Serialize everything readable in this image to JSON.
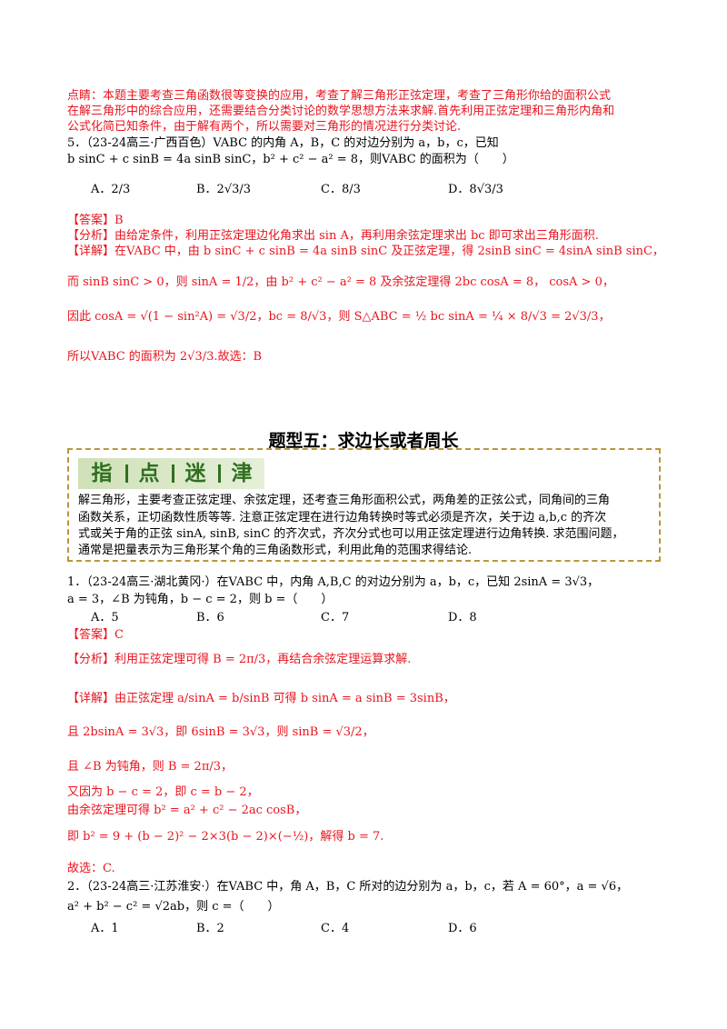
{
  "top_note": {
    "l1": "点睛：本题主要考查三角函数很等变换的应用，考查了解三角形正弦定理，考查了三角形你给的面积公式",
    "l2": "在解三角形中的综合应用，还需要结合分类讨论的数学思想方法来求解.首先利用正弦定理和三角形内角和",
    "l3": "公式化简已知条件，由于解有两个，所以需要对三角形的情况进行分类讨论."
  },
  "q5": {
    "stem1": "5．（23-24高三·广西百色）VABC 的内角 A，B，C 的对边分别为 a，b，c，已知",
    "stem2": "b sinC + c sinB = 4a sinB sinC，b² + c² − a² = 8，则VABC 的面积为（　　）",
    "opt_a": "A．2/3",
    "opt_b": "B．2√3/3",
    "opt_c": "C．8/3",
    "opt_d": "D．8√3/3",
    "answer": "【答案】B",
    "analysis": "【分析】由给定条件，利用正弦定理边化角求出 sin A，再利用余弦定理求出 bc 即可求出三角形面积.",
    "detail1": "【详解】在VABC 中，由 b sinC + c sinB = 4a sinB sinC 及正弦定理，得 2sinB sinC = 4sinA sinB sinC，",
    "detail2": "而 sinB sinC > 0，则 sinA = 1/2，由 b² + c² − a² = 8 及余弦定理得 2bc cosA = 8， cosA > 0，",
    "detail3": "因此 cosA = √(1 − sin²A) = √3/2，bc = 8/√3，则 S△ABC = ½ bc sinA = ¼ × 8/√3 = 2√3/3，",
    "detail4": "所以VABC 的面积为 2√3/3.故选：B"
  },
  "section": {
    "title": "题型五：求边长或者周长",
    "badges": [
      "指",
      "点",
      "迷",
      "津"
    ],
    "tip1": "解三角形，主要考查正弦定理、余弦定理，还考查三角形面积公式，两角差的正弦公式，同角间的三角",
    "tip2": "函数关系，正切函数性质等等. 注意正弦定理在进行边角转换时等式必须是齐次，关于边 a,b,c 的齐次",
    "tip3": "式或关于角的正弦 sinA, sinB, sinC 的齐次式，齐次分式也可以用正弦定理进行边角转换. 求范围问题，",
    "tip4": "通常是把量表示为三角形某个角的三角函数形式，利用此角的范围求得结论."
  },
  "q1": {
    "stem1": "1．（23-24高三·湖北黄冈·）在VABC 中，内角 A,B,C 的对边分别为 a，b，c，已知 2sinA = 3√3，",
    "stem2": "a = 3，∠B 为钝角，b − c = 2，则 b =（　　）",
    "opt_a": "A．5",
    "opt_b": "B．6",
    "opt_c": "C．7",
    "opt_d": "D．8",
    "answer": "【答案】C",
    "analysis": "【分析】利用正弦定理可得 B = 2π/3，再结合余弦定理运算求解.",
    "detail1": "【详解】由正弦定理 a/sinA = b/sinB 可得 b sinA = a sinB = 3sinB，",
    "detail2": "且 2bsinA = 3√3，即 6sinB = 3√3，则 sinB = √3/2，",
    "detail3": "且 ∠B 为钝角，则 B = 2π/3，",
    "detail4": "又因为 b − c = 2，即 c = b − 2，",
    "detail5": "由余弦定理可得 b² = a² + c² − 2ac cosB，",
    "detail6": "即 b² = 9 + (b − 2)² − 2×3(b − 2)×(−½)，解得 b = 7.",
    "detail7": "故选：C."
  },
  "q2": {
    "stem1": "2．（23-24高三·江苏淮安·）在VABC 中，角 A，B，C 所对的边分别为 a，b，c，若 A = 60°，a = √6，",
    "stem2": "a² + b² − c² = √2ab，则 c =（　　）",
    "opt_a": "A．1",
    "opt_b": "B．2",
    "opt_c": "C．4",
    "opt_d": "D．6"
  },
  "colors": {
    "accent_red": "#e8141e",
    "tip_green": "#2f6f1f",
    "box_border": "#b8963c"
  }
}
